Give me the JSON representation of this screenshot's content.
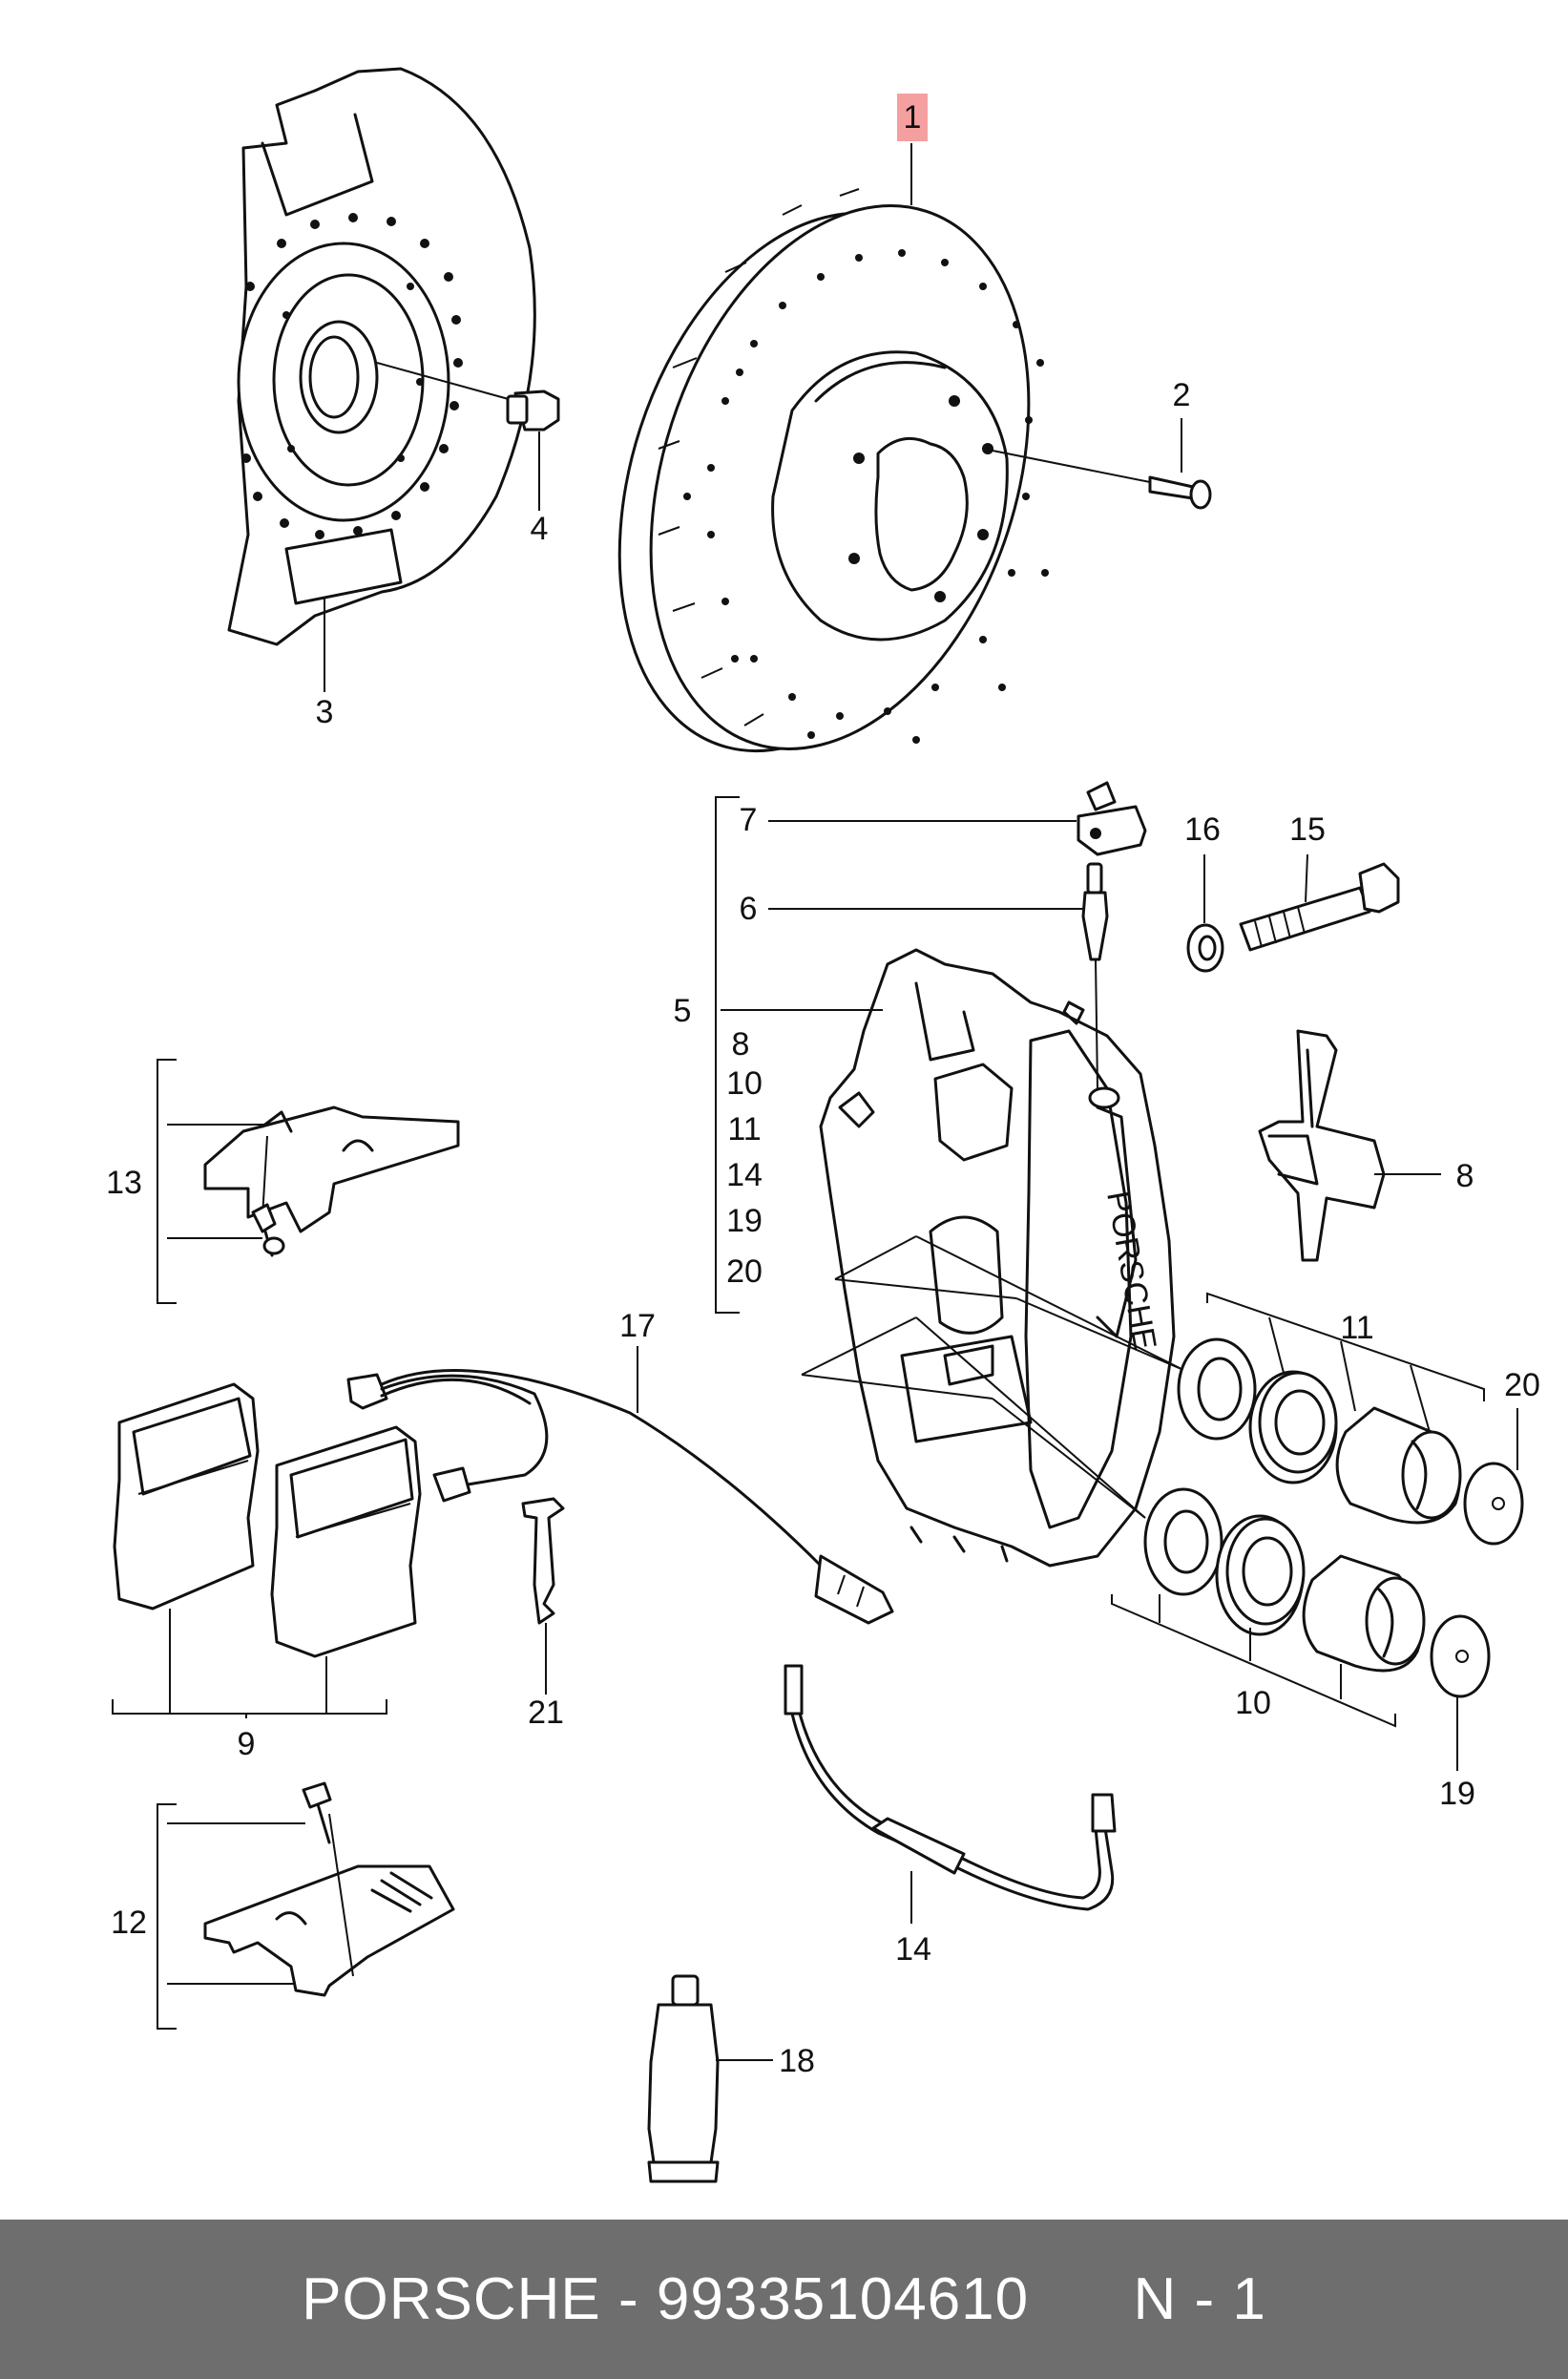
{
  "callouts": [
    "1",
    "2",
    "3",
    "4",
    "5",
    "6",
    "7",
    "8",
    "8",
    "10",
    "11",
    "14",
    "19",
    "20",
    "9",
    "10",
    "11",
    "12",
    "13",
    "14",
    "15",
    "16",
    "17",
    "18",
    "19",
    "20",
    "21"
  ],
  "footer": {
    "brand": "PORSCHE",
    "separator": " - ",
    "part_number": "99335104610",
    "ref": "N - 1"
  },
  "colors": {
    "highlight": "#f4a0a0",
    "footer_bg": "#6e6e6e",
    "footer_text": "#ffffff",
    "line": "#111111"
  }
}
